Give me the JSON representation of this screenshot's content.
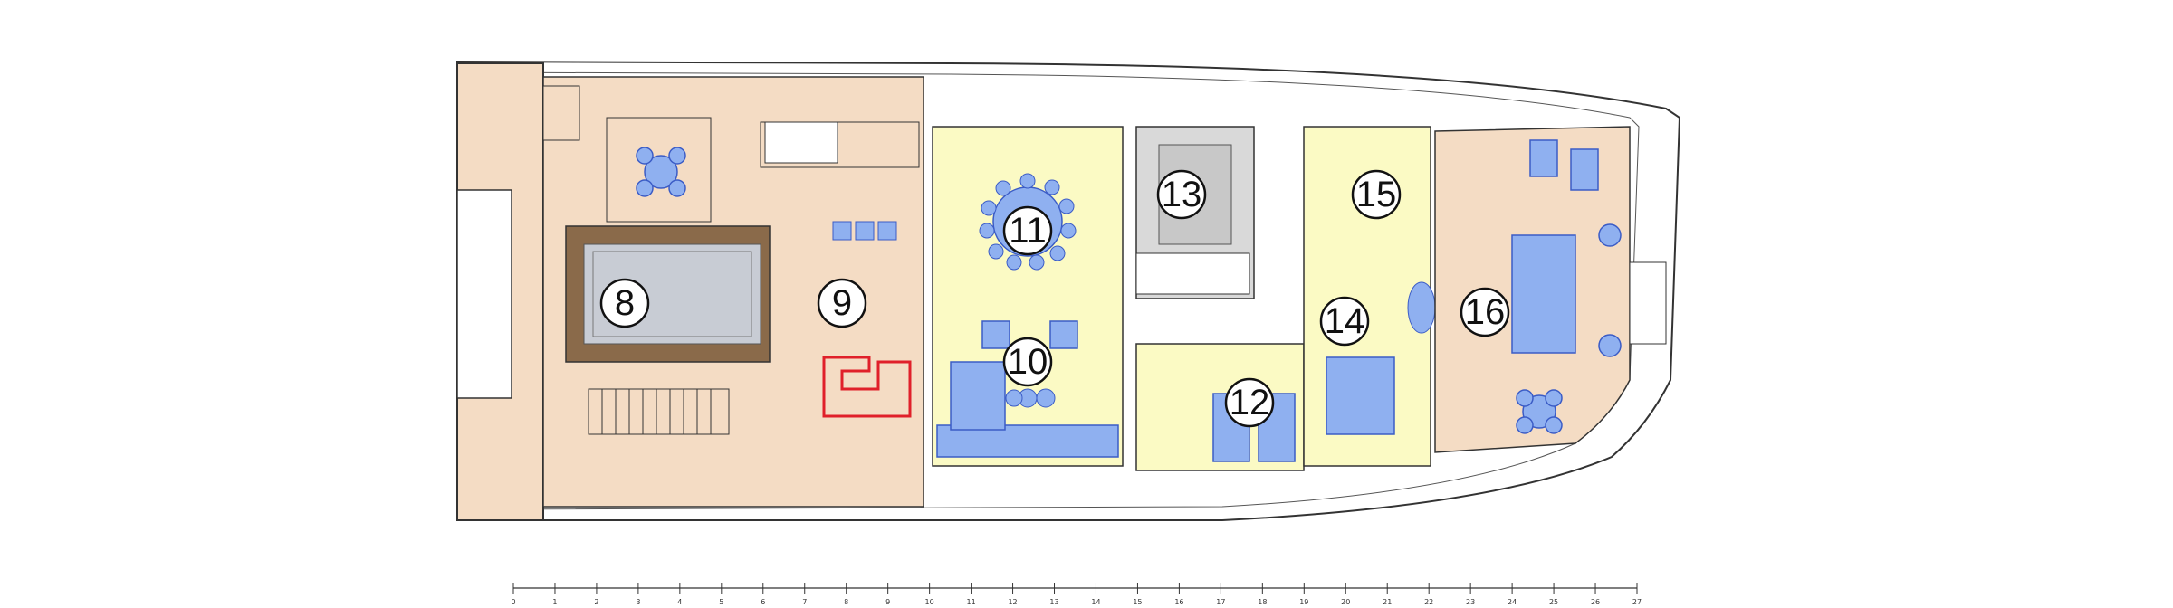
{
  "colors": {
    "deck": "#f4dcc4",
    "interior": "#fbfac4",
    "stair": "#d9d9d9",
    "pool_water": "#c8ccd4",
    "pool_frame": "#8a6a4a",
    "furniture": "#8fb0f0",
    "furniture_stroke": "#3b5cc6",
    "outline": "#333333",
    "highlight": "#e0202a"
  },
  "markers": [
    {
      "id": "pool",
      "label": "8"
    },
    {
      "id": "aft-deck",
      "label": "9"
    },
    {
      "id": "salon",
      "label": "10"
    },
    {
      "id": "dining",
      "label": "11"
    },
    {
      "id": "guest-cabin",
      "label": "12"
    },
    {
      "id": "galley",
      "label": "13"
    },
    {
      "id": "master-cabin",
      "label": "14"
    },
    {
      "id": "master-bath",
      "label": "15"
    },
    {
      "id": "fore-deck",
      "label": "16"
    }
  ],
  "scale": {
    "labels": [
      "0",
      "1",
      "2",
      "3",
      "4",
      "5",
      "6",
      "7",
      "8",
      "9",
      "10",
      "11",
      "12",
      "13",
      "14",
      "15",
      "16",
      "17",
      "18",
      "19",
      "20",
      "21",
      "22",
      "23",
      "24",
      "25",
      "26",
      "27"
    ]
  }
}
